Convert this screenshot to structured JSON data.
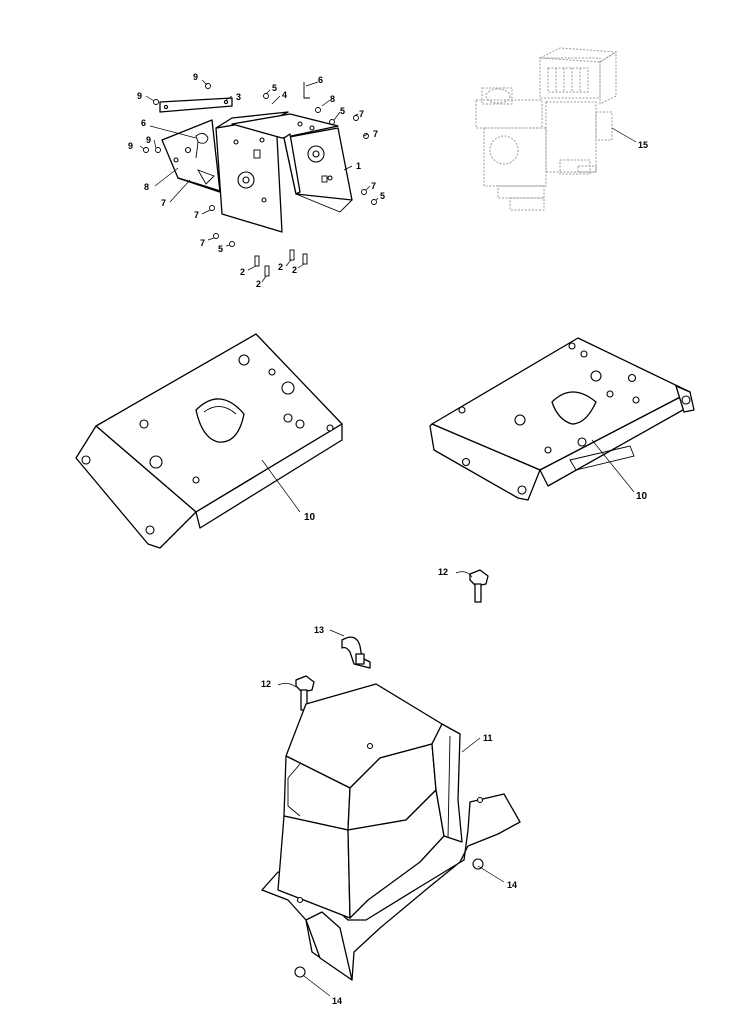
{
  "callouts": {
    "c1": "1",
    "c2a": "2",
    "c2b": "2",
    "c2c": "2",
    "c2d": "2",
    "c3": "3",
    "c4": "4",
    "c5a": "5",
    "c5b": "5",
    "c5c": "5",
    "c5d": "5",
    "c6a": "6",
    "c6b": "6",
    "c7a": "7",
    "c7b": "7",
    "c7c": "7",
    "c7d": "7",
    "c7e": "7",
    "c7f": "7",
    "c8a": "8",
    "c8b": "8",
    "c9a": "9",
    "c9b": "9",
    "c9c": "9",
    "c9d": "9",
    "c10a": "10",
    "c10b": "10",
    "c11": "11",
    "c12a": "12",
    "c12b": "12",
    "c13": "13",
    "c14a": "14",
    "c14b": "14",
    "c15": "15"
  }
}
